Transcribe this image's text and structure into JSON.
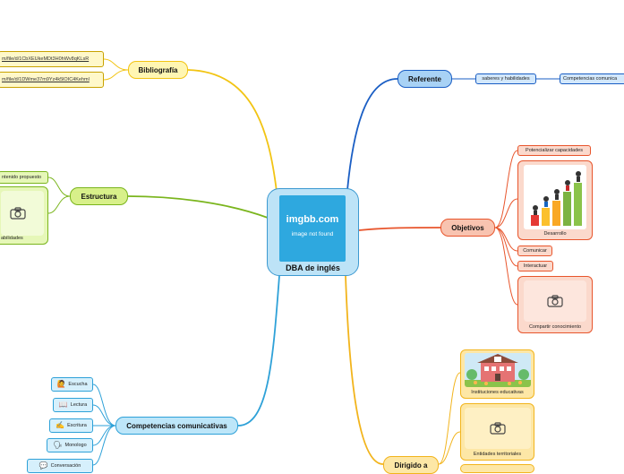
{
  "center": {
    "title": "DBA de inglés",
    "image_title": "imgbb.com",
    "image_sub": "image not found"
  },
  "branches": {
    "bibliografia": {
      "label": "Bibliografía",
      "links": [
        "m/file/d/1CbXEUkeMDt3H0hWv8qKLsR",
        "m/file/d/1DWme37m9Yz4k5lOIC4Kehml"
      ]
    },
    "estructura": {
      "label": "Estructura",
      "items": [
        "ntenido propuesto"
      ],
      "card_label": "abilidades"
    },
    "referente": {
      "label": "Referente",
      "items": [
        "saberes y habilidades",
        "Competencias comunica"
      ]
    },
    "objetivos": {
      "label": "Objetivos",
      "items": [
        "Potencializar capacidades",
        "Comunicar",
        "Interactuar"
      ],
      "card1_label": "Desarrollo",
      "card2_label": "Compartir conocimiento"
    },
    "competencias": {
      "label": "Competencias comunicativas",
      "items": [
        {
          "label": "Escucha",
          "icon": "🙋"
        },
        {
          "label": "Lectura",
          "icon": "📖"
        },
        {
          "label": "Escritura",
          "icon": "✍"
        },
        {
          "label": "Monologo",
          "icon": "🗣"
        },
        {
          "label": "Conversación",
          "icon": "💬"
        }
      ]
    },
    "dirigido": {
      "label": "Dirigido a",
      "card1_label": "Instituciones educativas",
      "card2_label": "Entidades territoriales"
    }
  },
  "colors": {
    "center_fill": "#bde3f7",
    "center_border": "#3d9ad1",
    "bibliografia": "#f2c413",
    "estructura": "#7ab51d",
    "referente": "#1a5ec4",
    "objetivos": "#e8552c",
    "competencias": "#2ea1d8",
    "dirigido": "#f2b41c"
  }
}
